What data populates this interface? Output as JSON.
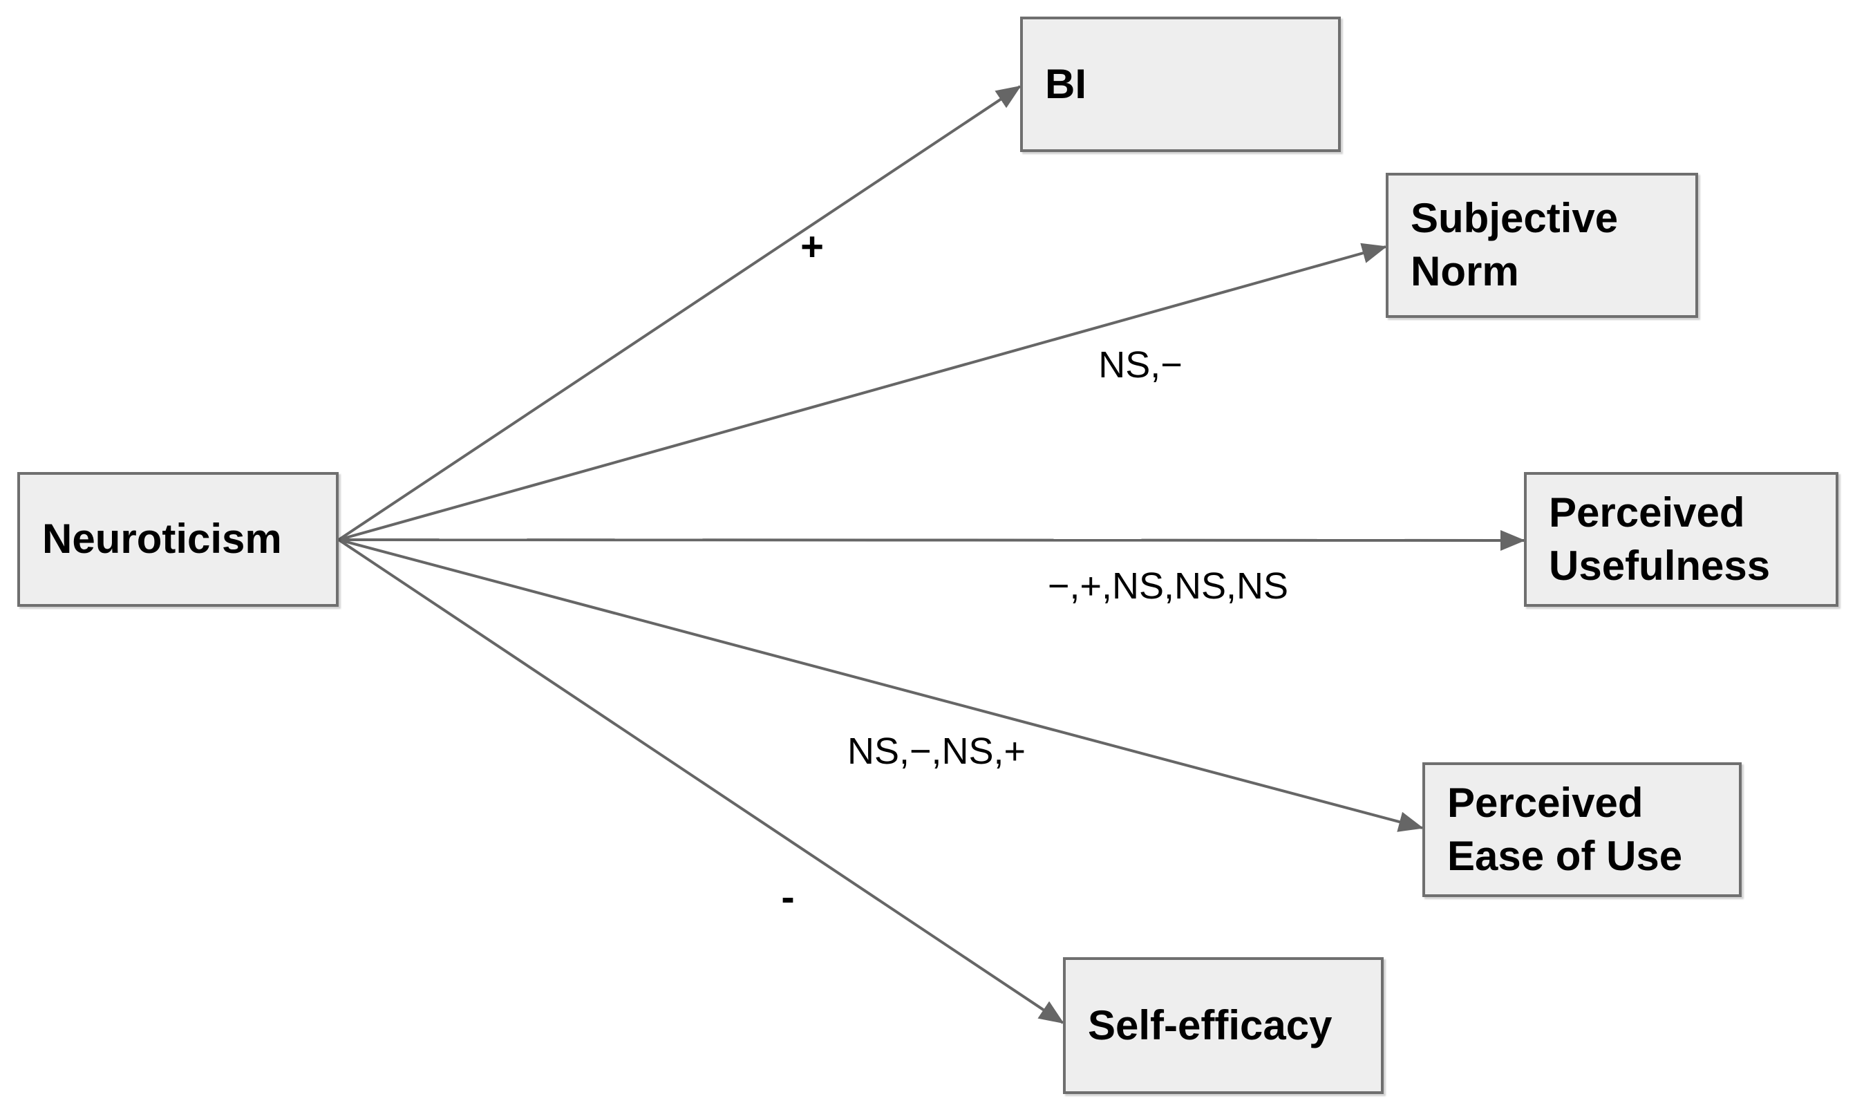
{
  "diagram": {
    "title": "Neuroticism relationships diagram",
    "type": "path-model",
    "nodes": [
      {
        "id": "neuroticism",
        "label": "Neuroticism",
        "role": "source"
      },
      {
        "id": "bi",
        "label": "BI",
        "role": "target"
      },
      {
        "id": "subjective-norm",
        "label": "Subjective Norm",
        "role": "target"
      },
      {
        "id": "perceived-usefulness",
        "label": "Perceived Usefulness",
        "role": "target"
      },
      {
        "id": "perceived-ease-of-use",
        "label": "Perceived Ease of Use",
        "role": "target"
      },
      {
        "id": "self-efficacy",
        "label": "Self-efficacy",
        "role": "target"
      }
    ],
    "edges": [
      {
        "from": "Neuroticism",
        "to": "BI",
        "label": "+"
      },
      {
        "from": "Neuroticism",
        "to": "Subjective Norm",
        "label": "NS,−"
      },
      {
        "from": "Neuroticism",
        "to": "Perceived Usefulness",
        "label": "−,+,NS,NS,NS"
      },
      {
        "from": "Neuroticism",
        "to": "Perceived Ease of Use",
        "label": "NS,−,NS,+"
      },
      {
        "from": "Neuroticism",
        "to": "Self-efficacy",
        "label": "-"
      }
    ],
    "colors": {
      "node_fill": "#eeeeee",
      "node_border": "#6f6f6f",
      "edge": "#666666",
      "label_text": "#000000",
      "background": "#ffffff"
    }
  }
}
